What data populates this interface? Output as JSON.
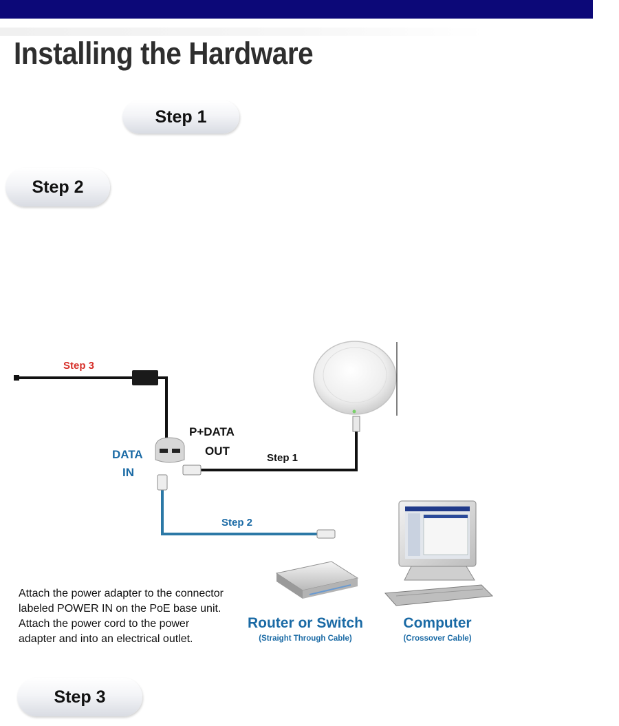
{
  "title": "Installing the Hardware",
  "steps": [
    {
      "label": "Step 1"
    },
    {
      "label": "Step 2"
    },
    {
      "label": "Step 3"
    }
  ],
  "diagram": {
    "cable_labels": {
      "step1": "Step 1",
      "step2": "Step 2",
      "step3": "Step 3"
    },
    "data_in": [
      "DATA",
      "IN"
    ],
    "pdata_out": [
      "P+DATA",
      "OUT"
    ],
    "devices": {
      "router": {
        "name": "Router or Switch",
        "note": "(Straight Through Cable)"
      },
      "computer": {
        "name": "Computer",
        "note": "(Crossover Cable)"
      }
    }
  },
  "description": "Attach the power adapter to the connector labeled POWER IN on the PoE base unit. Attach the power cord to the power adapter and into an electrical outlet.",
  "colors": {
    "header_bar": "#0c0878",
    "step1_cable": "#111111",
    "step2_cable": "#2b78a6",
    "step3_label": "#d6302a",
    "label_blue": "#1a6aa5"
  }
}
